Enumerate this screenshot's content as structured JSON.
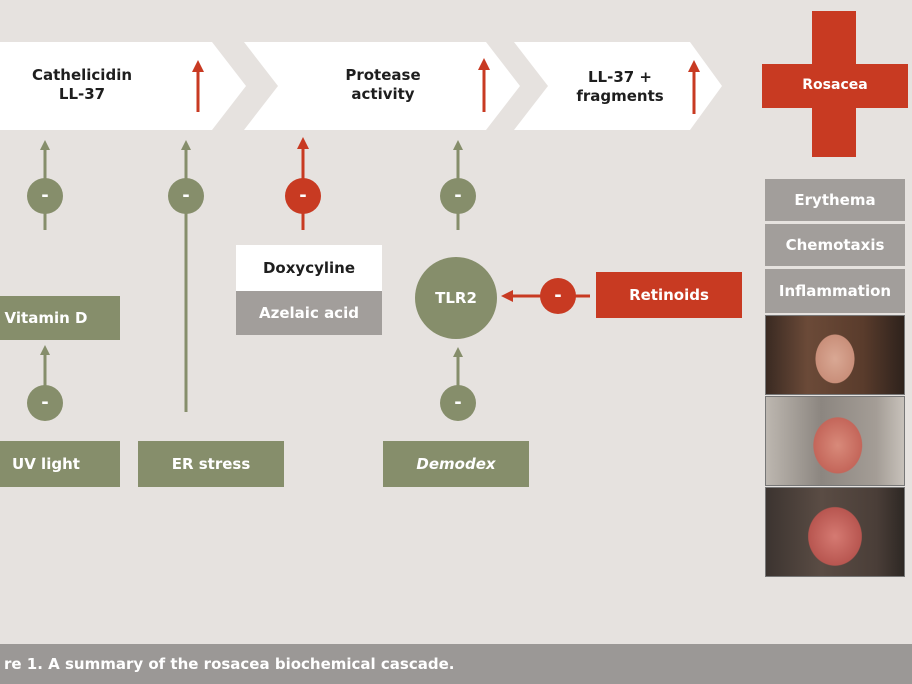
{
  "colors": {
    "green": "#868e6b",
    "red": "#c83a22",
    "gray_box": "#a29e9b",
    "background": "#e6e2df"
  },
  "cascade": [
    {
      "label": "Cathelicidin LL-37"
    },
    {
      "label": "Protease activity"
    },
    {
      "label": "LL-37 + fragments"
    }
  ],
  "outcome": {
    "label": "Rosacea"
  },
  "symptoms": [
    "Erythema",
    "Chemotaxis",
    "Inflammation"
  ],
  "factors": {
    "vitamin_d": "Vitamin D",
    "uv_light": "UV light",
    "er_stress": "ER stress",
    "demodex": "Demodex",
    "tlr2": "TLR2",
    "retinoids": "Retinoids",
    "doxycyline": "Doxycyline",
    "azelaic_acid": "Azelaic acid"
  },
  "inhibit_symbol": "-",
  "caption": "re 1. A summary of the  rosacea biochemical cascade."
}
